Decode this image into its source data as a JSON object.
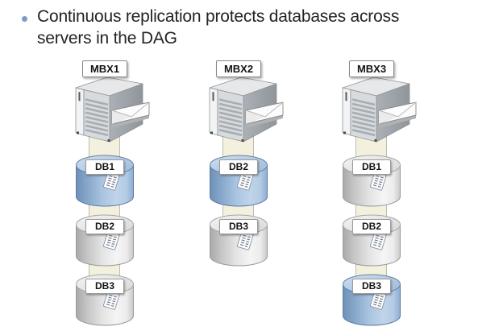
{
  "slide": {
    "title": {
      "line1": "Continuous replication protects databases across",
      "line2": "servers in the DAG"
    }
  },
  "servers": [
    {
      "name": "MBX1",
      "databases": [
        {
          "label": "DB1",
          "state": "active"
        },
        {
          "label": "DB2",
          "state": "passive"
        },
        {
          "label": "DB3",
          "state": "passive"
        }
      ]
    },
    {
      "name": "MBX2",
      "databases": [
        {
          "label": "DB2",
          "state": "active"
        },
        {
          "label": "DB3",
          "state": "passive"
        }
      ]
    },
    {
      "name": "MBX3",
      "databases": [
        {
          "label": "DB1",
          "state": "passive"
        },
        {
          "label": "DB2",
          "state": "passive"
        },
        {
          "label": "DB3",
          "state": "active"
        }
      ]
    }
  ],
  "icons": {
    "server": "mailbox-server-icon",
    "envelope": "envelope-icon",
    "database": "database-cylinder-icon",
    "document": "document-icon"
  },
  "colors": {
    "active_db": "#9dbbdb",
    "passive_db": "#e3e3e3",
    "replication_band": "#f3f1de",
    "bullet": "#7b9bc8",
    "title_text": "#242424"
  }
}
